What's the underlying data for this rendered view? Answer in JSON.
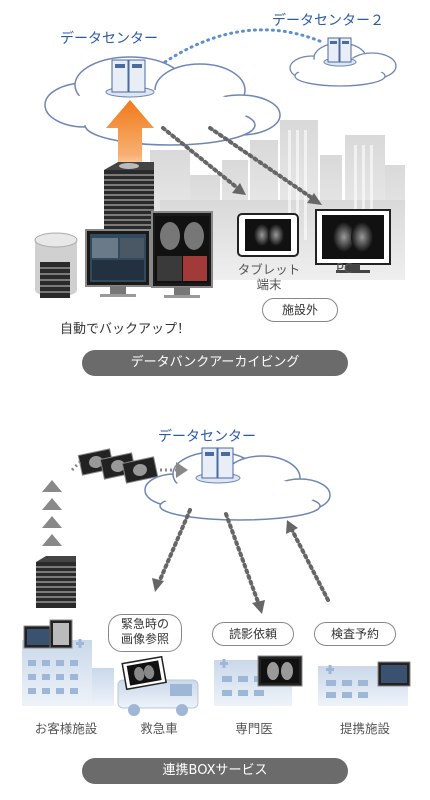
{
  "top": {
    "datacenter_label": "データセンター",
    "datacenter2_label": "データセンター２",
    "tablet_label_line1": "タブレット",
    "tablet_label_line2": "端末",
    "pc_label": "PC",
    "offsite_label": "施設外",
    "auto_backup_label": "自動でバックアップ！",
    "banner": "データバンクアーカイビング"
  },
  "bottom": {
    "datacenter_label": "データセンター",
    "bubble_emergency_line1": "緊急時の",
    "bubble_emergency_line2": "画像参照",
    "bubble_reading": "読影依頼",
    "bubble_exam": "検査予約",
    "customer_label": "お客様施設",
    "ambulance_label": "救急車",
    "specialist_label": "専門医",
    "partner_label": "提携施設",
    "banner": "連携BOXサービス"
  },
  "colors": {
    "accent_blue": "#2b5aa8",
    "arrow_orange": "#f07a1a",
    "banner_gray": "#6b6b6b"
  }
}
